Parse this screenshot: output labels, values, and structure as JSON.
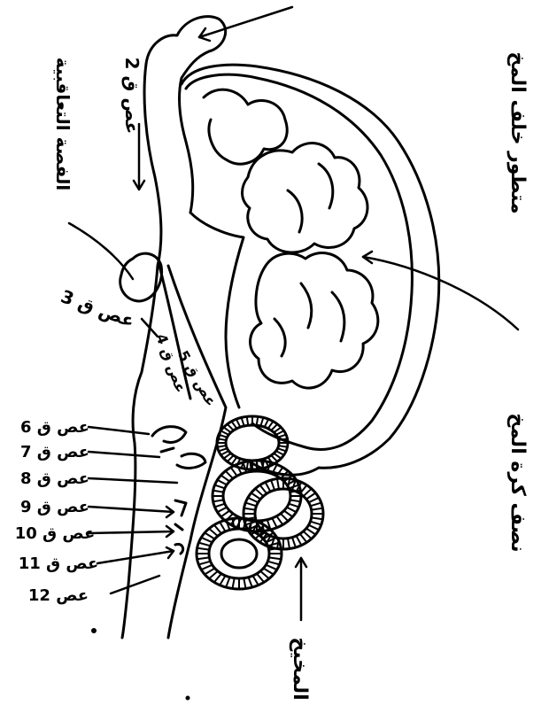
{
  "labels": {
    "rear_brain_ext": "متطور خلف المخ",
    "olfactory_nerve": "عص ق 2",
    "optic_lobes": "الفصة التعاقبية",
    "nerve_3": "عص ق 3",
    "nerve_4": "عص ق 4",
    "nerve_5": "عص ق 5",
    "nerve_6": "عص ق 6",
    "nerve_7": "عص ق 7",
    "nerve_8": "عص ق 8",
    "nerve_9": "عص ق 9",
    "nerve_10": "عص ق 10",
    "nerve_11": "عص ق 11",
    "nerve_12": "عص 12",
    "cerebral_hemisphere": "نصف كرة المخ",
    "cerebellum": "المخيخ"
  },
  "colors": {
    "ink": "#000000",
    "background": "#ffffff"
  }
}
